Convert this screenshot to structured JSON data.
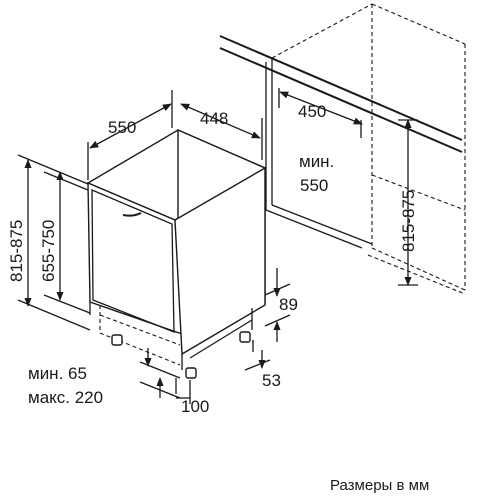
{
  "dimensions": {
    "depth_550": "550",
    "width_448": "448",
    "niche_depth_450": "450",
    "niche_min_label": "мин.",
    "niche_min_550": "550",
    "niche_height": "815-875",
    "height_total": "815-875",
    "height_door": "655-750",
    "plinth_89": "89",
    "plinth_53": "53",
    "foot_100": "100",
    "plinth_min": "мин. 65",
    "plinth_max": "макс. 220"
  },
  "caption": "Размеры в мм"
}
